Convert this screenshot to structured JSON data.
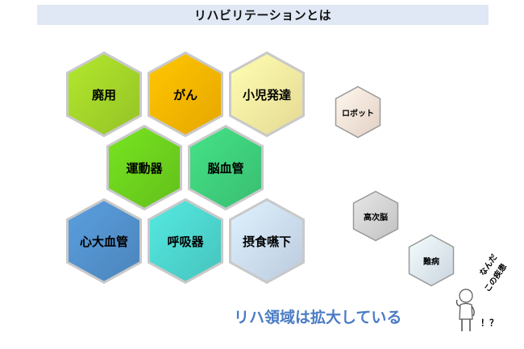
{
  "title": "リハビリテーションとは",
  "hexagons": [
    {
      "label": "廃用",
      "color": "#a5d82a",
      "size": "big"
    },
    {
      "label": "がん",
      "color": "#ffb800",
      "size": "big"
    },
    {
      "label": "小児発達",
      "color": "#fdf0a4",
      "size": "big"
    },
    {
      "label": "運動器",
      "color": "#6ed41e",
      "size": "big"
    },
    {
      "label": "脳血管",
      "color": "#3fd27d",
      "size": "big"
    },
    {
      "label": "心大血管",
      "color": "#5393cf",
      "size": "big"
    },
    {
      "label": "呼吸器",
      "color": "#4ed9d1",
      "size": "big"
    },
    {
      "label": "摂食嚥下",
      "color": "#cfe0f6",
      "size": "big"
    },
    {
      "label": "ロボット",
      "color": "#fbe6db",
      "size": "small"
    },
    {
      "label": "高次脳",
      "color": "#d6d6d6",
      "size": "small"
    },
    {
      "label": "難病",
      "color": "#e2ebf6",
      "size": "small"
    }
  ],
  "footer": "リハ領域は拡大している",
  "speech": {
    "line1": "なんだ",
    "line2": "この疾患",
    "marks": "！？"
  }
}
